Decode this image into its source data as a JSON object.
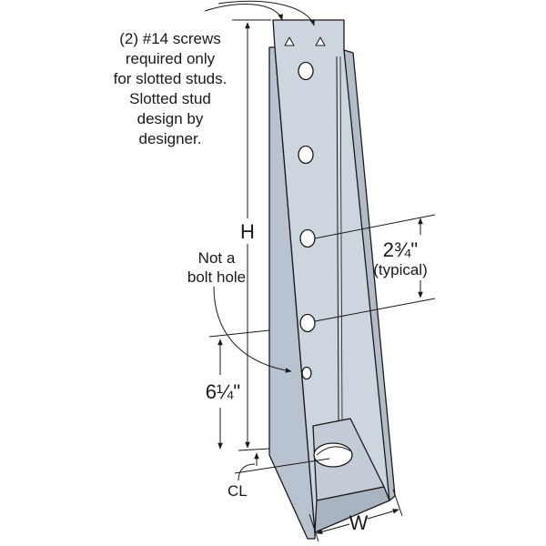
{
  "callouts": {
    "screws_note": [
      "(2) #14 screws",
      "required only",
      "for slotted studs.",
      "Slotted stud",
      "design by",
      "designer."
    ],
    "bolt_hole_note": [
      "Not a",
      "bolt hole"
    ]
  },
  "dimensions": {
    "height": "H",
    "bolt_offset": "6¼\"",
    "hole_spacing": "2¾\"",
    "hole_spacing_note": "(typical)",
    "centerline": "CL",
    "width": "W"
  },
  "colors": {
    "metal": "#cdd5df",
    "metal_shadow": "#b3bdc9",
    "line": "#1a1a1a"
  }
}
